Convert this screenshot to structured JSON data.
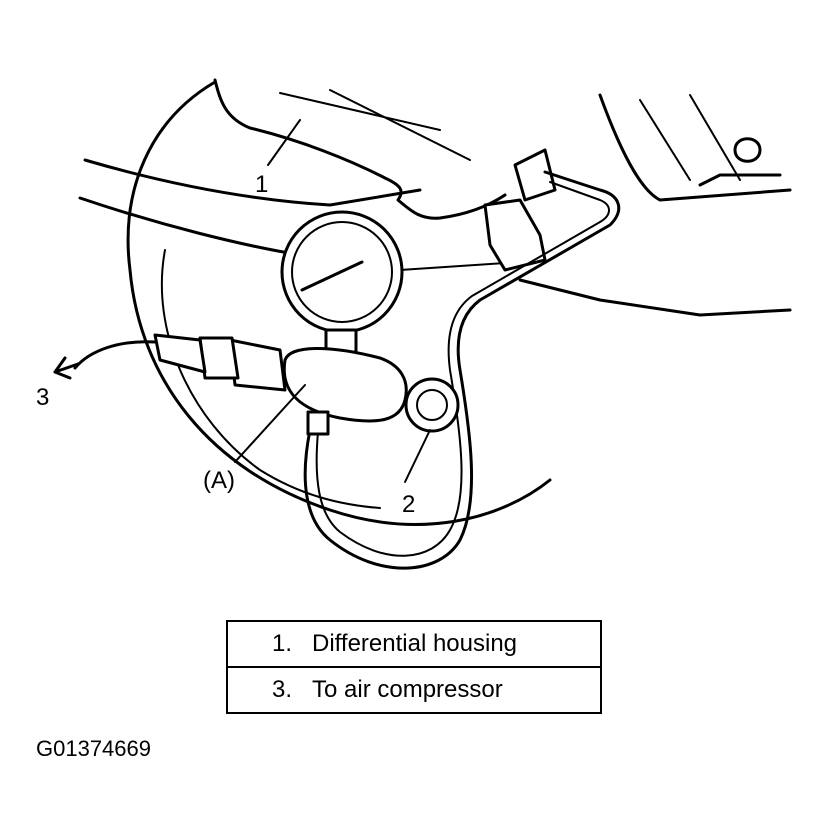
{
  "callouts": {
    "c1": "1",
    "c2": "2",
    "c3": "3",
    "cA": "(A)"
  },
  "legend": [
    {
      "num": "1.",
      "label": "Differential housing"
    },
    {
      "num": "3.",
      "label": "To air compressor"
    }
  ],
  "figure_code": "G01374669"
}
